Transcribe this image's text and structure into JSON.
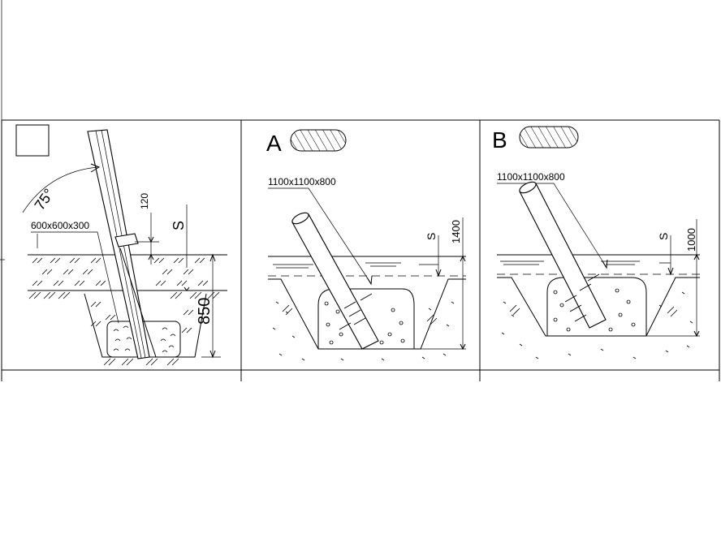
{
  "colors": {
    "ink": "#000000",
    "paper": "#ffffff"
  },
  "panel_1": {
    "angle_label": "75°",
    "footing_size": "600x600x300",
    "dim_top": "120",
    "dim_s": "S",
    "dim_depth": "850",
    "legend_icon": "empty-square-icon"
  },
  "panel_a": {
    "title": "A",
    "footing_size": "1100x1100x800",
    "dim_s": "S",
    "dim_depth": "1400",
    "legend_icon": "hatched-capsule-icon"
  },
  "panel_b": {
    "title": "B",
    "footing_size": "1100x1100x800",
    "dim_s": "S",
    "dim_depth": "1000",
    "legend_icon": "hatched-capsule-icon"
  }
}
